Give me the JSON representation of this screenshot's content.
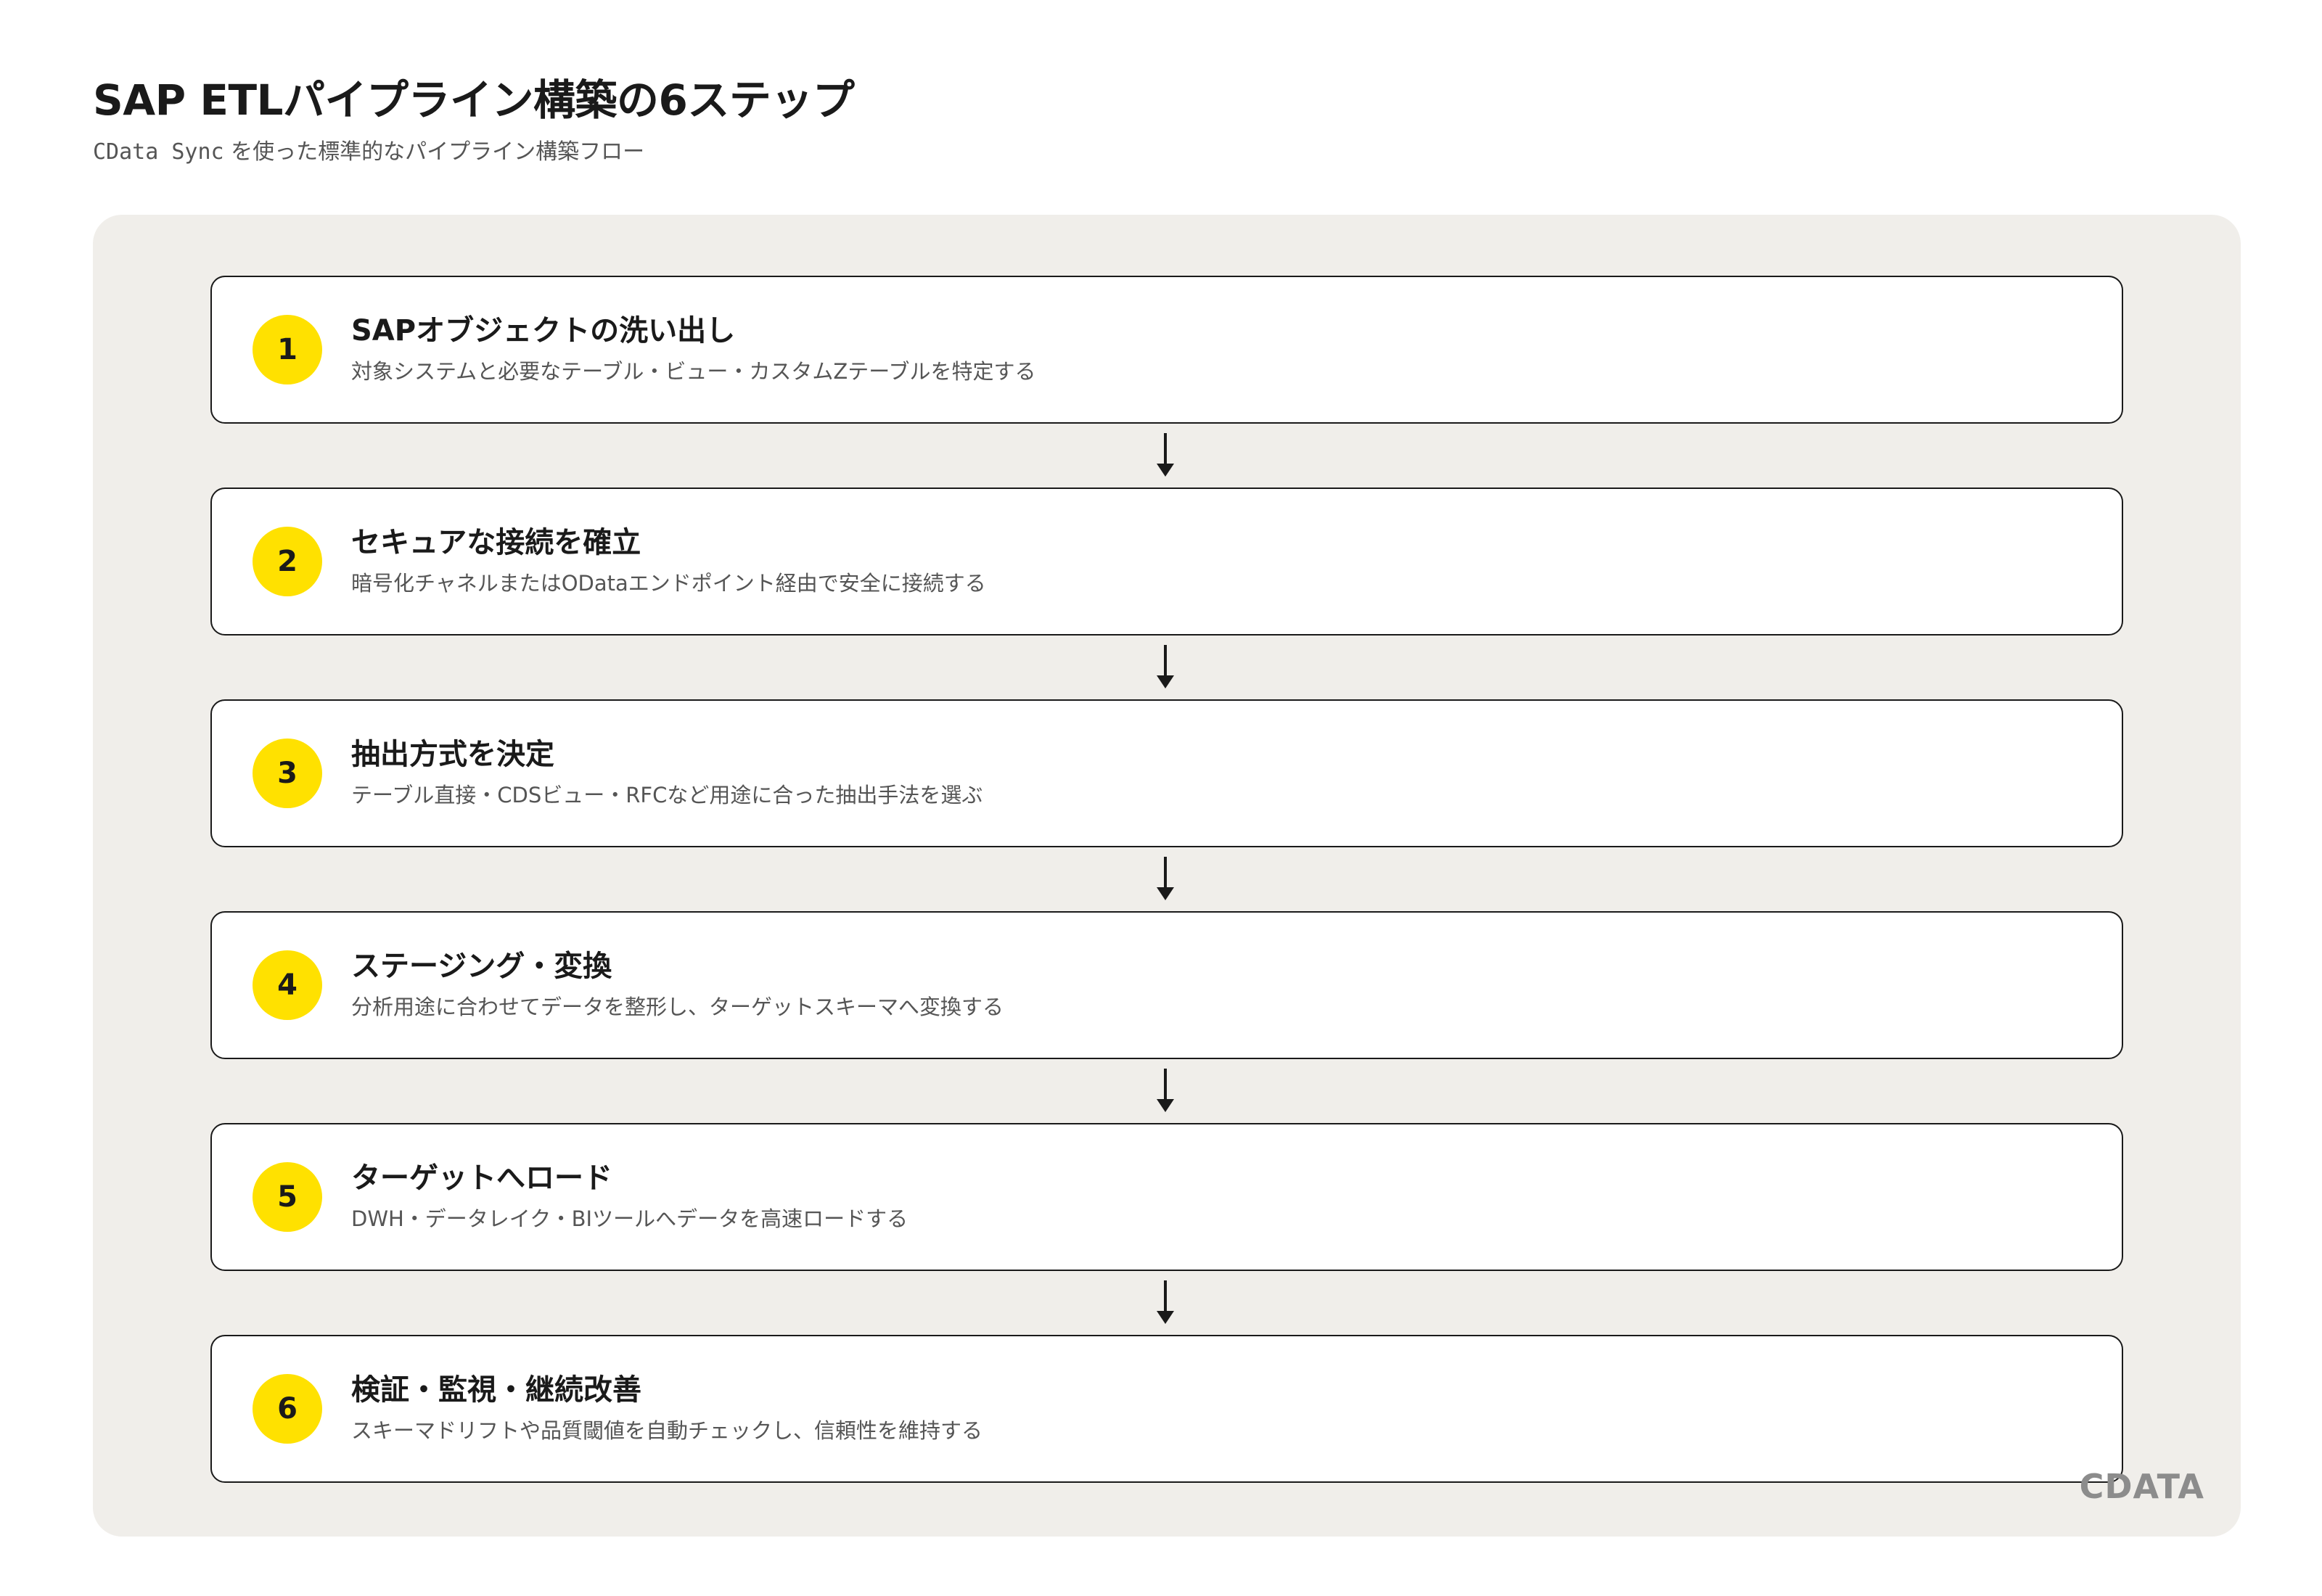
{
  "header": {
    "title": "SAP ETLパイプライン構築の6ステップ",
    "subtitle_product": "CData Sync",
    "subtitle_text": " を使った標準的なパイプライン構築フロー"
  },
  "steps": [
    {
      "number": "1",
      "title": "SAPオブジェクトの洗い出し",
      "description": "対象システムと必要なテーブル・ビュー・カスタムZテーブルを特定する"
    },
    {
      "number": "2",
      "title": "セキュアな接続を確立",
      "description": "暗号化チャネルまたはODataエンドポイント経由で安全に接続する"
    },
    {
      "number": "3",
      "title": "抽出方式を決定",
      "description": "テーブル直接・CDSビュー・RFCなど用途に合った抽出手法を選ぶ"
    },
    {
      "number": "4",
      "title": "ステージング・変換",
      "description": "分析用途に合わせてデータを整形し、ターゲットスキーマへ変換する"
    },
    {
      "number": "5",
      "title": "ターゲットへロード",
      "description": "DWH・データレイク・BIツールへデータを高速ロードする"
    },
    {
      "number": "6",
      "title": "検証・監視・継続改善",
      "description": "スキーマドリフトや品質閾値を自動チェックし、信頼性を維持する"
    }
  ],
  "logo": {
    "text": "CDATA"
  },
  "colors": {
    "accent": "#ffe100",
    "panel_background": "#f0eeea",
    "border": "#1a1a1a",
    "logo": "#8c8c8c"
  },
  "icons": {
    "connector": "arrow-down-icon"
  }
}
